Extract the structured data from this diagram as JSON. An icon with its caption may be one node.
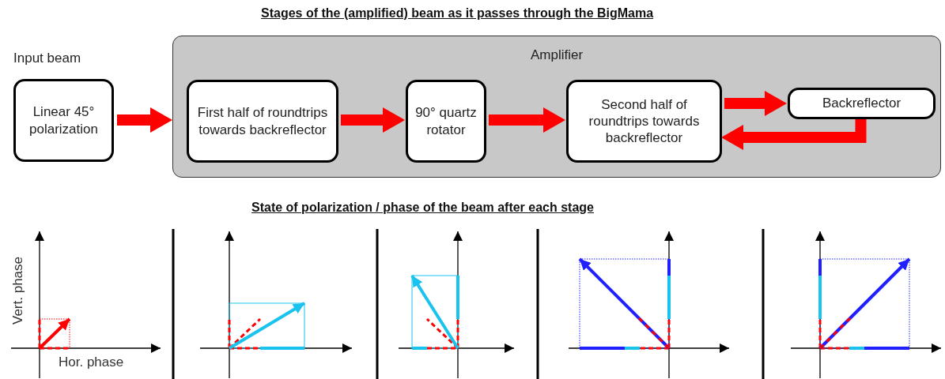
{
  "diagram": {
    "title": "Stages of the (amplified) beam as it passes through the BigMama",
    "nodes": [
      {
        "text": [
          "Input beam",
          "Linear 45° polarization"
        ]
      },
      {
        "text": [
          "Amplifier"
        ]
      },
      {
        "text": [
          "First half of roundtrips towards backreflector"
        ],
        "in": 1
      },
      {
        "text": [
          "90° quartz rotator"
        ],
        "in": 1
      },
      {
        "text": [
          "Second half of roundtrips towards backreflector"
        ],
        "in": 1
      },
      {
        "text": [
          "Backreflector"
        ],
        "in": 1
      }
    ],
    "edges": [
      {
        "from": 0,
        "to": 1,
        "arrow": "to"
      },
      {
        "from": 2,
        "to": 3,
        "arrow": "to"
      },
      {
        "from": 3,
        "to": 4,
        "arrow": "to"
      },
      {
        "from": 4,
        "to": 5,
        "arrow": "to"
      },
      {
        "from": 5,
        "to": 4,
        "arrow": "to"
      }
    ],
    "labels": [
      "State of polarization / phase of the beam after each stage",
      "Vert. phase",
      "Hor. phase"
    ]
  }
}
